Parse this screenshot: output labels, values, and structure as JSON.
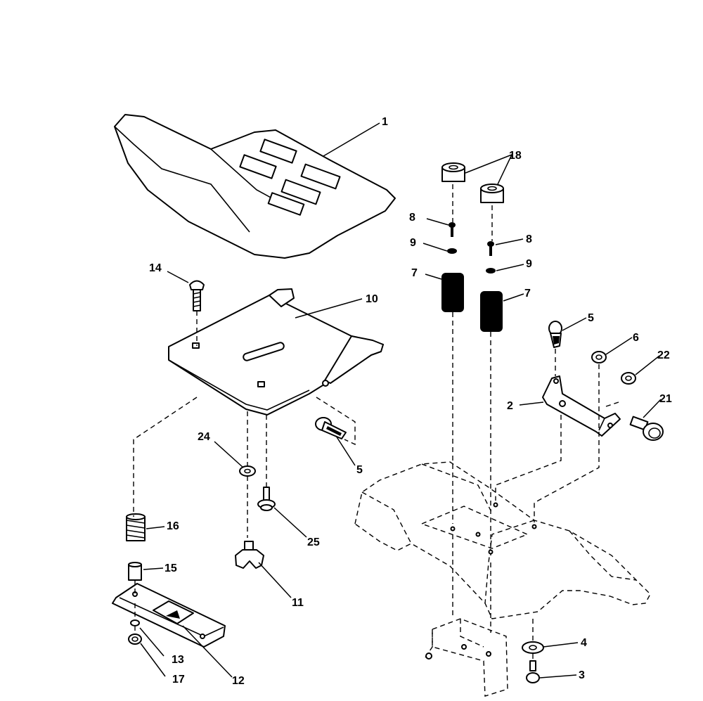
{
  "diagram": {
    "labels": [
      "1",
      "2",
      "3",
      "4",
      "5",
      "5",
      "6",
      "7",
      "7",
      "8",
      "8",
      "9",
      "9",
      "10",
      "11",
      "12",
      "13",
      "14",
      "15",
      "16",
      "17",
      "18",
      "21",
      "22",
      "24",
      "25"
    ]
  }
}
